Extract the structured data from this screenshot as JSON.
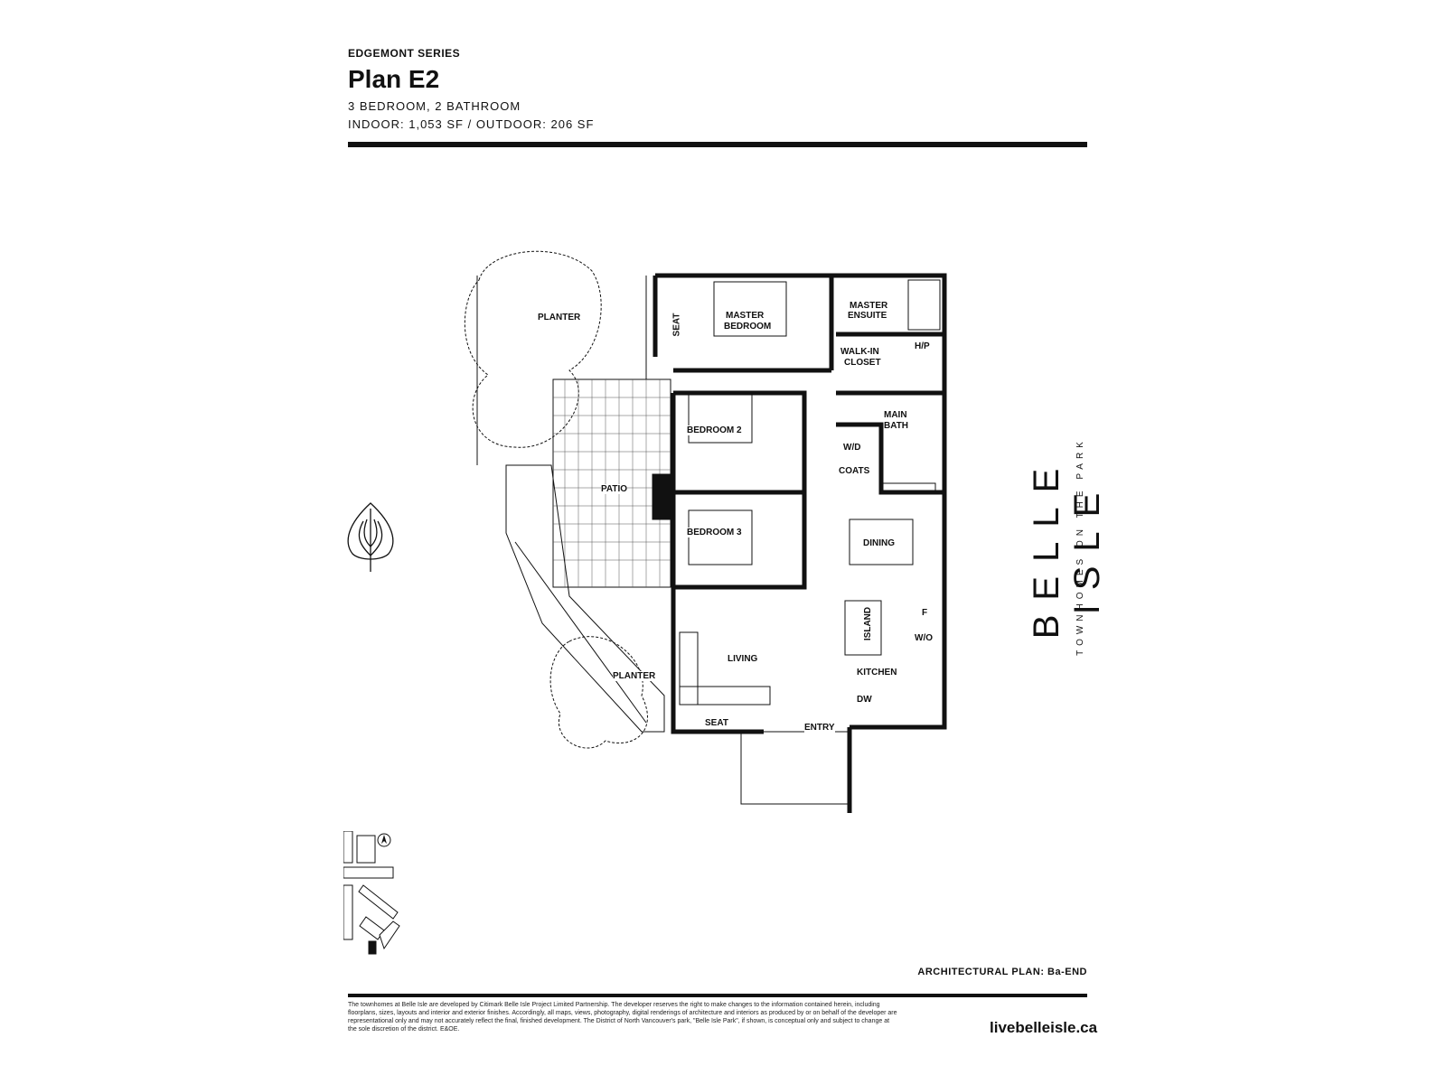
{
  "header": {
    "series": "EDGEMONT SERIES",
    "plan_title": "Plan E2",
    "bedrooms_bathrooms": "3 BEDROOM, 2 BATHROOM",
    "areas": "INDOOR: 1,053 SF / OUTDOOR: 206 SF"
  },
  "brand": {
    "name": "BELLE ISLE",
    "tagline": "TOWNHOMES ON THE PARK"
  },
  "rooms": {
    "planter_top": "PLANTER",
    "seat_top": "SEAT",
    "master_bedroom_1": "MASTER",
    "master_bedroom_2": "BEDROOM",
    "master_ensuite_1": "MASTER",
    "master_ensuite_2": "ENSUITE",
    "walk_in_closet_1": "WALK-IN",
    "walk_in_closet_2": "CLOSET",
    "hp": "H/P",
    "bedroom_2": "BEDROOM 2",
    "main_bath_1": "MAIN",
    "main_bath_2": "BATH",
    "wd": "W/D",
    "coats": "COATS",
    "patio": "PATIO",
    "bedroom_3": "BEDROOM 3",
    "dining": "DINING",
    "island": "ISLAND",
    "fridge": "F",
    "wall_oven": "W/O",
    "living": "LIVING",
    "kitchen": "KITCHEN",
    "planter_bottom": "PLANTER",
    "dw": "DW",
    "seat_bottom": "SEAT",
    "entry": "ENTRY"
  },
  "footer": {
    "architectural_plan": "ARCHITECTURAL PLAN: Ba-END",
    "legal": "The townhomes at Belle Isle are developed by Citimark Belle Isle Project Limited Partnership. The developer reserves the right to make changes to the information contained herein, including floorplans, sizes, layouts and interior and exterior finishes. Accordingly, all maps, views, photography, digital renderings of architecture and interiors as produced by or on behalf of the developer are representational only and may not accurately reflect the final, finished development. The District of North Vancouver's park, \"Belle Isle Park\", if shown, is conceptual only and subject to change at the sole discretion of the district. E&OE.",
    "website": "livebelleisle.ca"
  },
  "icons": {
    "leaf": "leaf-logo-icon",
    "north": "north-arrow-icon",
    "site": "site-key-plan"
  }
}
